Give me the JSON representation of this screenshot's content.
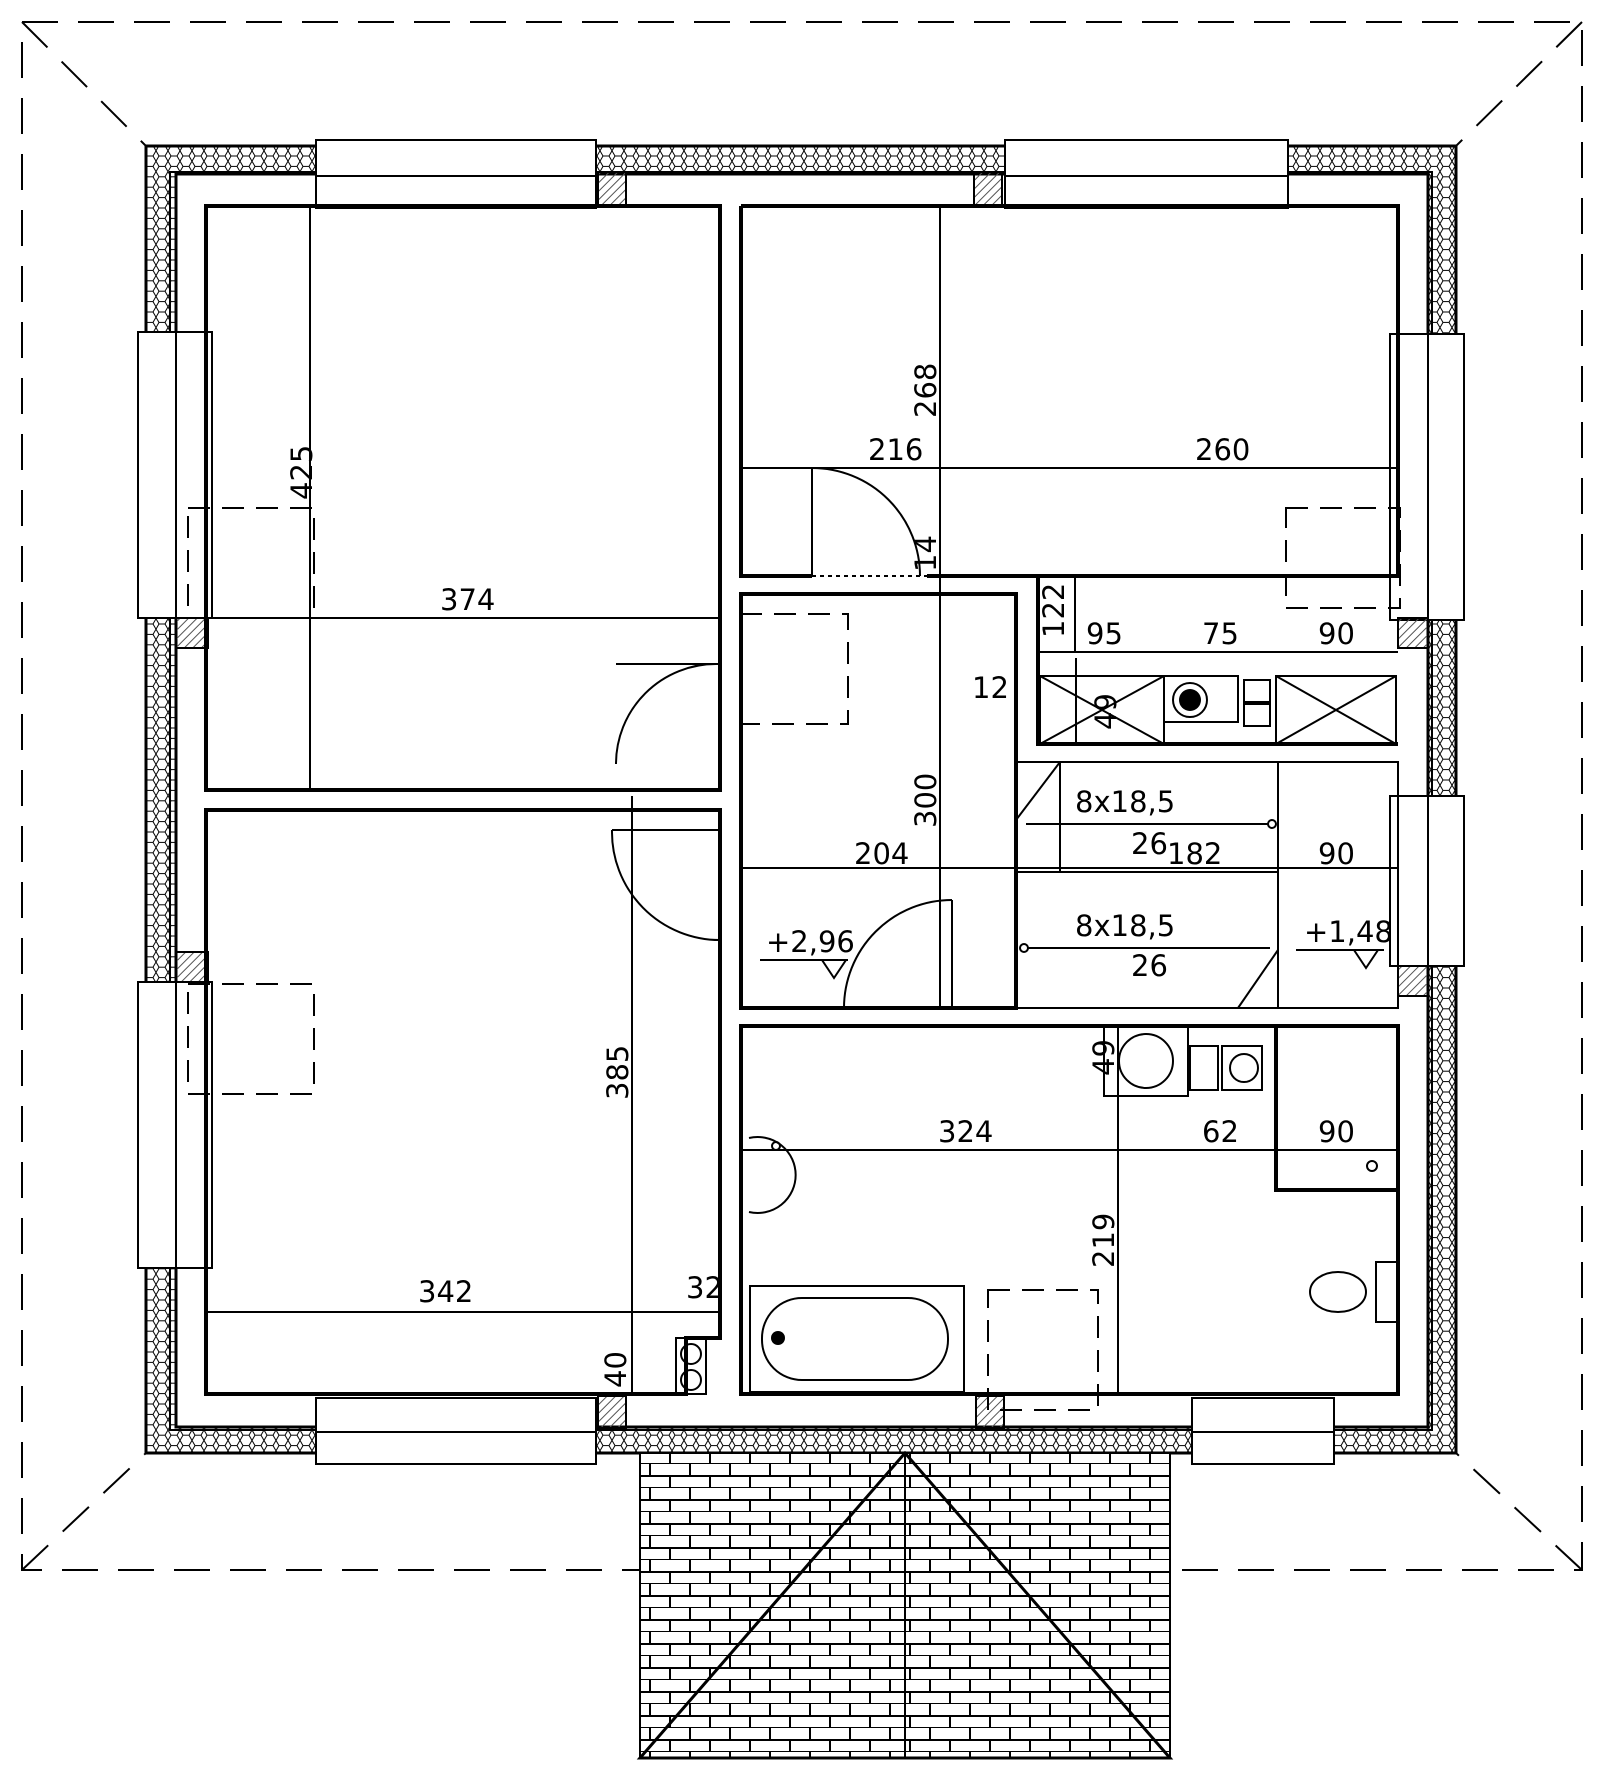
{
  "colors": {
    "line": "#000000",
    "background": "#ffffff",
    "hatch": "#555555"
  },
  "dimensions": {
    "d425": "425",
    "d374": "374",
    "d268": "268",
    "d216": "216",
    "d260": "260",
    "d14": "14",
    "d122": "122",
    "d12": "12",
    "d95": "95",
    "d75": "75",
    "d90a": "90",
    "d49a": "49",
    "d300": "300",
    "d8x185a": "8x18,5",
    "d26a": "26",
    "d182": "182",
    "d90b": "90",
    "d204": "204",
    "d8x185b": "8x18,5",
    "d26b": "26",
    "d385": "385",
    "d49b": "49",
    "d324": "324",
    "d62": "62",
    "d90c": "90",
    "d219": "219",
    "d342": "342",
    "d32": "32",
    "d40": "40"
  },
  "levels": {
    "hall": "+2,96",
    "stairs": "+1,48"
  }
}
